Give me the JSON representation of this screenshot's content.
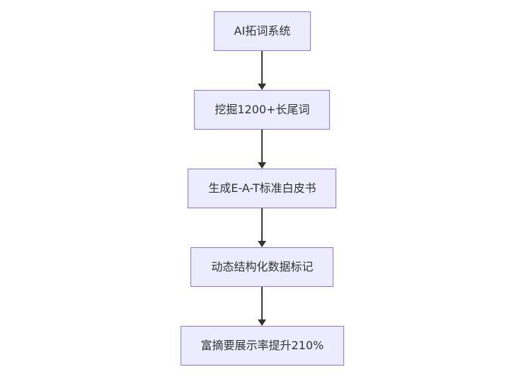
{
  "diagram": {
    "type": "flowchart",
    "direction": "top-down",
    "colors": {
      "node_fill": "#ECECFF",
      "node_border": "#9370DB",
      "node_text": "#333333",
      "arrow": "#333333",
      "background": "#ffffff"
    },
    "nodes": [
      {
        "id": "node-1",
        "label": "AI拓词系统"
      },
      {
        "id": "node-2",
        "label": "挖掘1200+长尾词"
      },
      {
        "id": "node-3",
        "label": "生成E-A-T标准白皮书"
      },
      {
        "id": "node-4",
        "label": "动态结构化数据标记"
      },
      {
        "id": "node-5",
        "label": "富摘要展示率提升210%"
      }
    ],
    "edges": [
      {
        "from": "node-1",
        "to": "node-2"
      },
      {
        "from": "node-2",
        "to": "node-3"
      },
      {
        "from": "node-3",
        "to": "node-4"
      },
      {
        "from": "node-4",
        "to": "node-5"
      }
    ]
  }
}
